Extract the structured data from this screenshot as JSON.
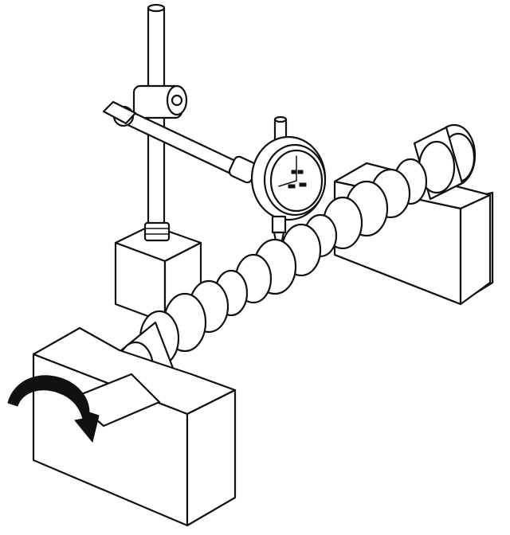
{
  "figure": {
    "subject": "camshaft-runout-check",
    "components": [
      {
        "id": "v-block-front",
        "kind": "v-block"
      },
      {
        "id": "v-block-rear",
        "kind": "v-block"
      },
      {
        "id": "magnetic-base",
        "kind": "magnetic-base"
      },
      {
        "id": "stand-post",
        "kind": "upright-rod"
      },
      {
        "id": "clamp-arm",
        "kind": "horizontal-rod"
      },
      {
        "id": "dial-indicator",
        "kind": "dial-gauge"
      },
      {
        "id": "camshaft",
        "kind": "shaft-with-lobes"
      },
      {
        "id": "rotation-arrow",
        "kind": "curved-arrow"
      }
    ],
    "colors": {
      "line": "#111111",
      "paper": "#ffffff"
    }
  }
}
